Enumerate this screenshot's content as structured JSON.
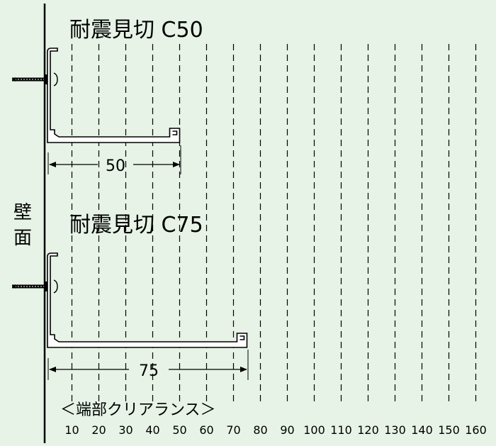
{
  "wall_label": [
    "壁",
    "面"
  ],
  "profiles": [
    {
      "id": "c50",
      "title": "耐震見切 C50",
      "width_mm": 50,
      "dimension_label": "50"
    },
    {
      "id": "c75",
      "title": "耐震見切 C75",
      "width_mm": 75,
      "dimension_label": "75"
    }
  ],
  "clearance": {
    "label": "＜端部クリアランス＞",
    "ticks": [
      "10",
      "20",
      "30",
      "40",
      "50",
      "60",
      "70",
      "80",
      "90",
      "100",
      "110",
      "120",
      "130",
      "140",
      "150",
      "160"
    ]
  },
  "colors": {
    "background": "#e6f3e6",
    "line": "#000000",
    "profile_fill": "#ffffff"
  }
}
